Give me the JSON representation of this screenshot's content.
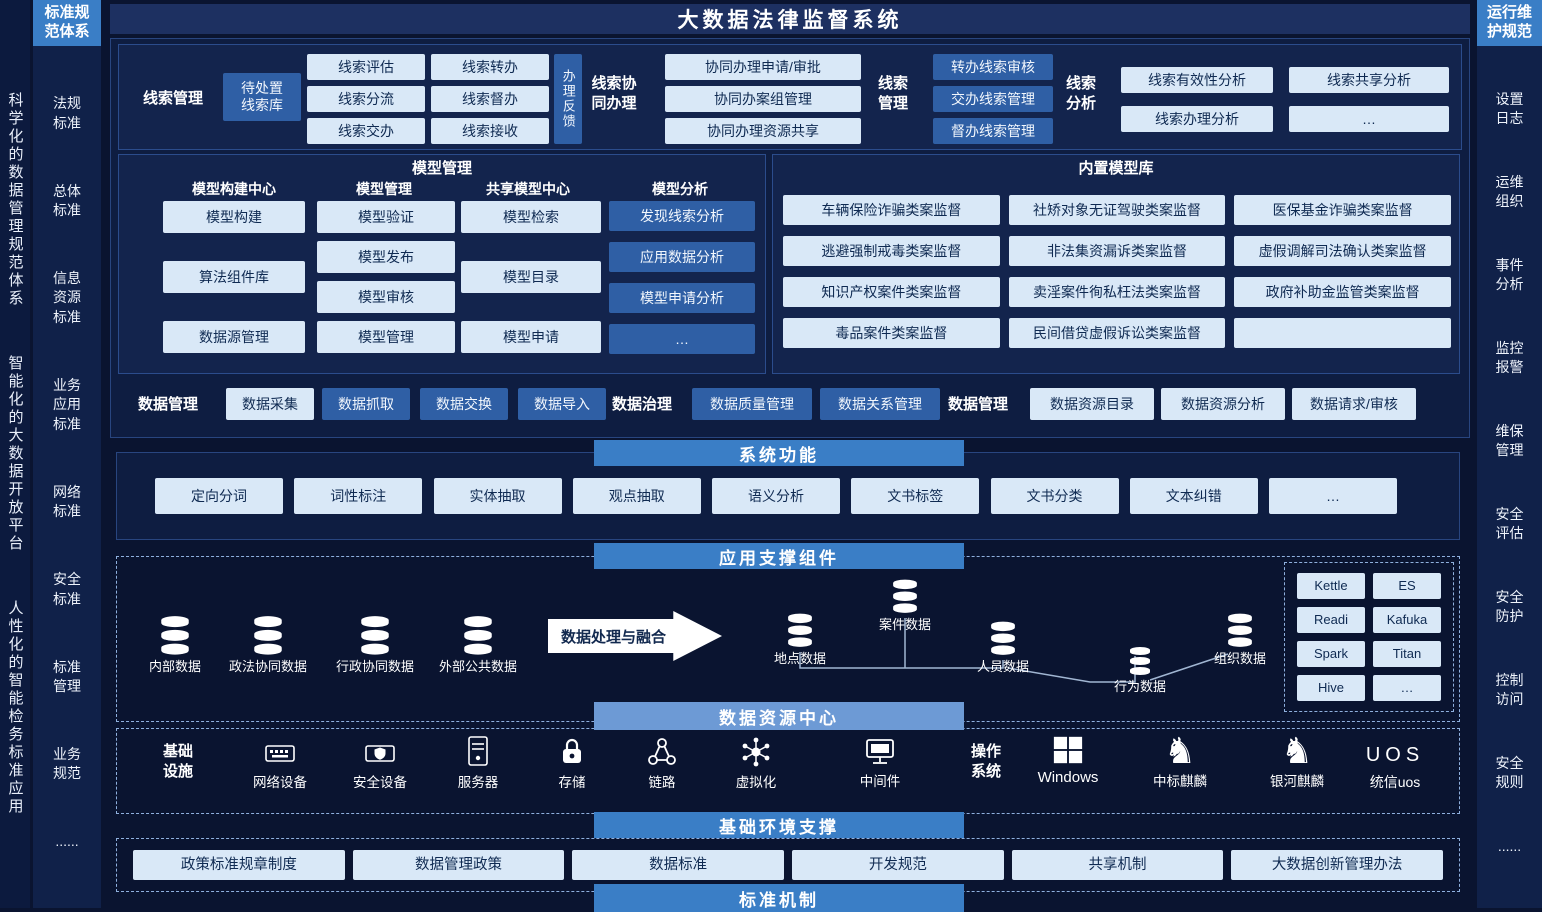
{
  "title": "大数据法律监督系统",
  "left_rail": {
    "phrases": [
      "科学化的数据管理规范体系",
      "智能化的大数据开放平台",
      "人性化的智能检务标准应用"
    ]
  },
  "standards_sidebar": {
    "header": "标准规范体系",
    "items": [
      "法规标准",
      "总体标准",
      "信息资源标准",
      "业务应用标准",
      "网络标准",
      "安全标准",
      "标准管理",
      "业务规范",
      "......"
    ]
  },
  "ops_sidebar": {
    "header": "运行维护规范",
    "items": [
      "设置日志",
      "运维组织",
      "事件分析",
      "监控报警",
      "维保管理",
      "安全评估",
      "安全防护",
      "控制访问",
      "安全规则",
      "......"
    ]
  },
  "clue": {
    "manage_label": "线索管理",
    "pending_box": "待处置线索库",
    "eval_items": [
      "线索评估",
      "线索分流",
      "线索交办"
    ],
    "transfer_items": [
      "线索转办",
      "线索督办",
      "线索接收"
    ],
    "feedback_box": "办理反馈",
    "collab_label": "线索协同办理",
    "collab_items": [
      "协同办理申请/审批",
      "协同办案组管理",
      "协同办理资源共享"
    ],
    "manage2_label": "线索管理",
    "manage2_items": [
      "转办线索审核",
      "交办线索管理",
      "督办线索管理"
    ],
    "analysis_label": "线索分析",
    "analysis_items": [
      "线索有效性分析",
      "线索共享分析",
      "线索办理分析",
      "…"
    ]
  },
  "model": {
    "title": "模型管理",
    "columns": [
      {
        "header": "模型构建中心",
        "items": [
          "模型构建",
          "算法组件库",
          "数据源管理"
        ]
      },
      {
        "header": "模型管理",
        "items": [
          "模型验证",
          "模型发布",
          "模型审核",
          "模型管理"
        ]
      },
      {
        "header": "共享模型中心",
        "items": [
          "模型检索",
          "模型目录",
          "模型申请"
        ]
      },
      {
        "header": "模型分析",
        "items": [
          "发现线索分析",
          "应用数据分析",
          "模型申请分析",
          "…"
        ]
      }
    ]
  },
  "model_lib": {
    "title": "内置模型库",
    "items": [
      "车辆保险诈骗类案监督",
      "社矫对象无证驾驶类案监督",
      "医保基金诈骗类案监督",
      "逃避强制戒毒类案监督",
      "非法集资漏诉类案监督",
      "虚假调解司法确认类案监督",
      "知识产权案件类案监督",
      "卖淫案件徇私枉法类案监督",
      "政府补助金监管类案监督",
      "毒品案件类案监督",
      "民间借贷虚假诉讼类案监督",
      ""
    ]
  },
  "data_mgmt": {
    "group_label": "数据管理",
    "collect_box": "数据采集",
    "collect_tools": [
      "数据抓取",
      "数据交换",
      "数据导入"
    ],
    "govern_label": "数据治理",
    "govern_tools": [
      "数据质量管理",
      "数据关系管理"
    ],
    "manage_label": "数据管理",
    "manage_tools": [
      "数据资源目录",
      "数据资源分析",
      "数据请求/审核"
    ]
  },
  "sys_func": {
    "banner": "系统功能",
    "items": [
      "定向分词",
      "词性标注",
      "实体抽取",
      "观点抽取",
      "语义分析",
      "文书标签",
      "文书分类",
      "文本纠错",
      "…"
    ]
  },
  "app_support": {
    "banner": "应用支撑组件",
    "sources": [
      "内部数据",
      "政法协同数据",
      "行政协同数据",
      "外部公共数据"
    ],
    "arrow_label": "数据处理与融合",
    "fused": [
      "地点数据",
      "案件数据",
      "人员数据",
      "行为数据",
      "组织数据"
    ],
    "tech_stack": [
      "Kettle",
      "ES",
      "Readi",
      "Kafuka",
      "Spark",
      "Titan",
      "Hive",
      "…"
    ]
  },
  "resource_center_banner": "数据资源中心",
  "infra": {
    "label": "基础设施",
    "devices": [
      "网络设备",
      "安全设备",
      "服务器",
      "存储",
      "链路",
      "虚拟化",
      "中间件"
    ],
    "os_label": "操作系统",
    "os_items": [
      "Windows",
      "中标麒麟",
      "银河麒麟"
    ],
    "uos_logo": "UOS",
    "uos_label": "统信uos"
  },
  "env_banner": "基础环境支撑",
  "policies": [
    "政策标准规章制度",
    "数据管理政策",
    "数据标准",
    "开发规范",
    "共享机制",
    "大数据创新管理办法"
  ],
  "mechanism_banner": "标准机制",
  "icons": {
    "database": "db-cylinder-icon",
    "network_device": "keyboard-icon",
    "security_device": "shield-device-icon",
    "server": "server-tower-icon",
    "storage": "lock-drive-icon",
    "link": "node-network-icon",
    "virtualization": "molecule-icon",
    "middleware": "monitor-icon",
    "windows": "windows-logo-icon",
    "kylin": "horse-icon",
    "arrow": "right-arrow-shape"
  },
  "colors": {
    "background": "#0a1430",
    "panel": "#0e1d41",
    "light_box": "#d9e8f7",
    "medium_box": "#2f5fa5",
    "banner": "#3a7ec6",
    "resource_banner": "#6d9ad5",
    "title_bar": "#1d3061"
  }
}
